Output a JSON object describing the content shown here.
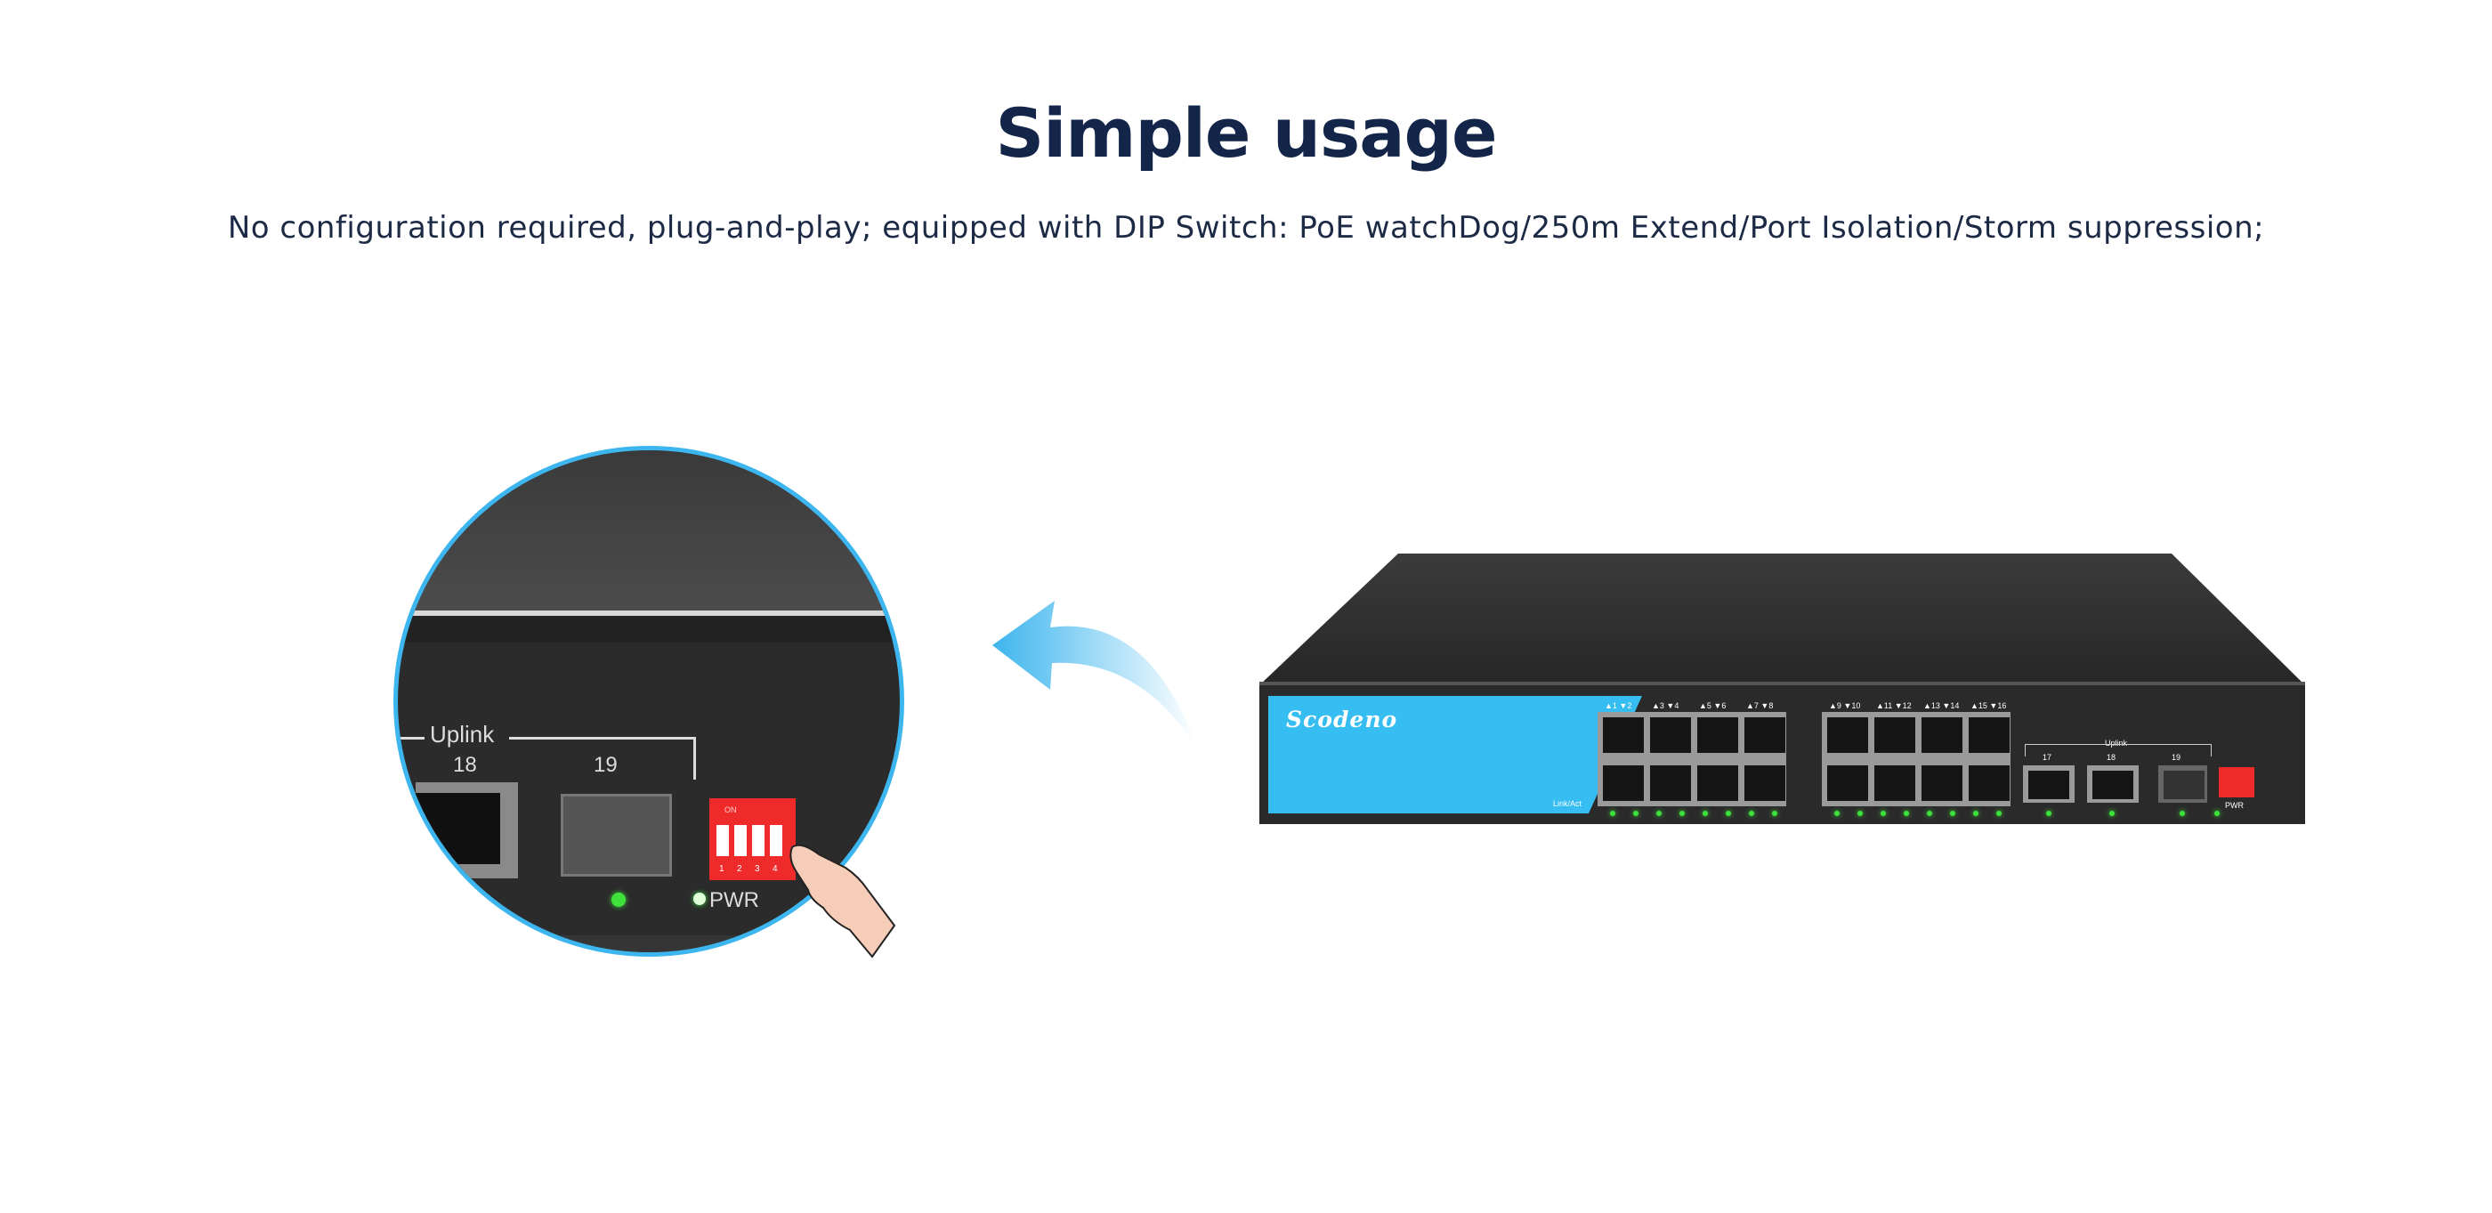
{
  "header": {
    "title": "Simple usage",
    "subtitle": "No configuration required, plug-and-play; equipped with DIP Switch: PoE watchDog/250m Extend/Port Isolation/Storm suppression;"
  },
  "zoom_detail": {
    "uplink_label": "Uplink",
    "port_18": "18",
    "port_19": "19",
    "dip_on": "ON",
    "dip_numbers": [
      "1",
      "2",
      "3",
      "4"
    ],
    "pwr_label": "PWR"
  },
  "switch": {
    "brand": "Scodeno",
    "port_labels": [
      "▲1 ▼2",
      "▲3 ▼4",
      "▲5 ▼6",
      "▲7 ▼8",
      "▲9 ▼10",
      "▲11 ▼12",
      "▲13 ▼14",
      "▲15 ▼16"
    ],
    "link_act": "Link/Act",
    "uplink_label": "Uplink",
    "uplink_ports": [
      "17",
      "18",
      "19"
    ],
    "pwr_label": "PWR"
  },
  "colors": {
    "accent": "#36bdf2",
    "title": "#14254a",
    "led": "#3ee23a",
    "dip": "#ee2a2a"
  }
}
